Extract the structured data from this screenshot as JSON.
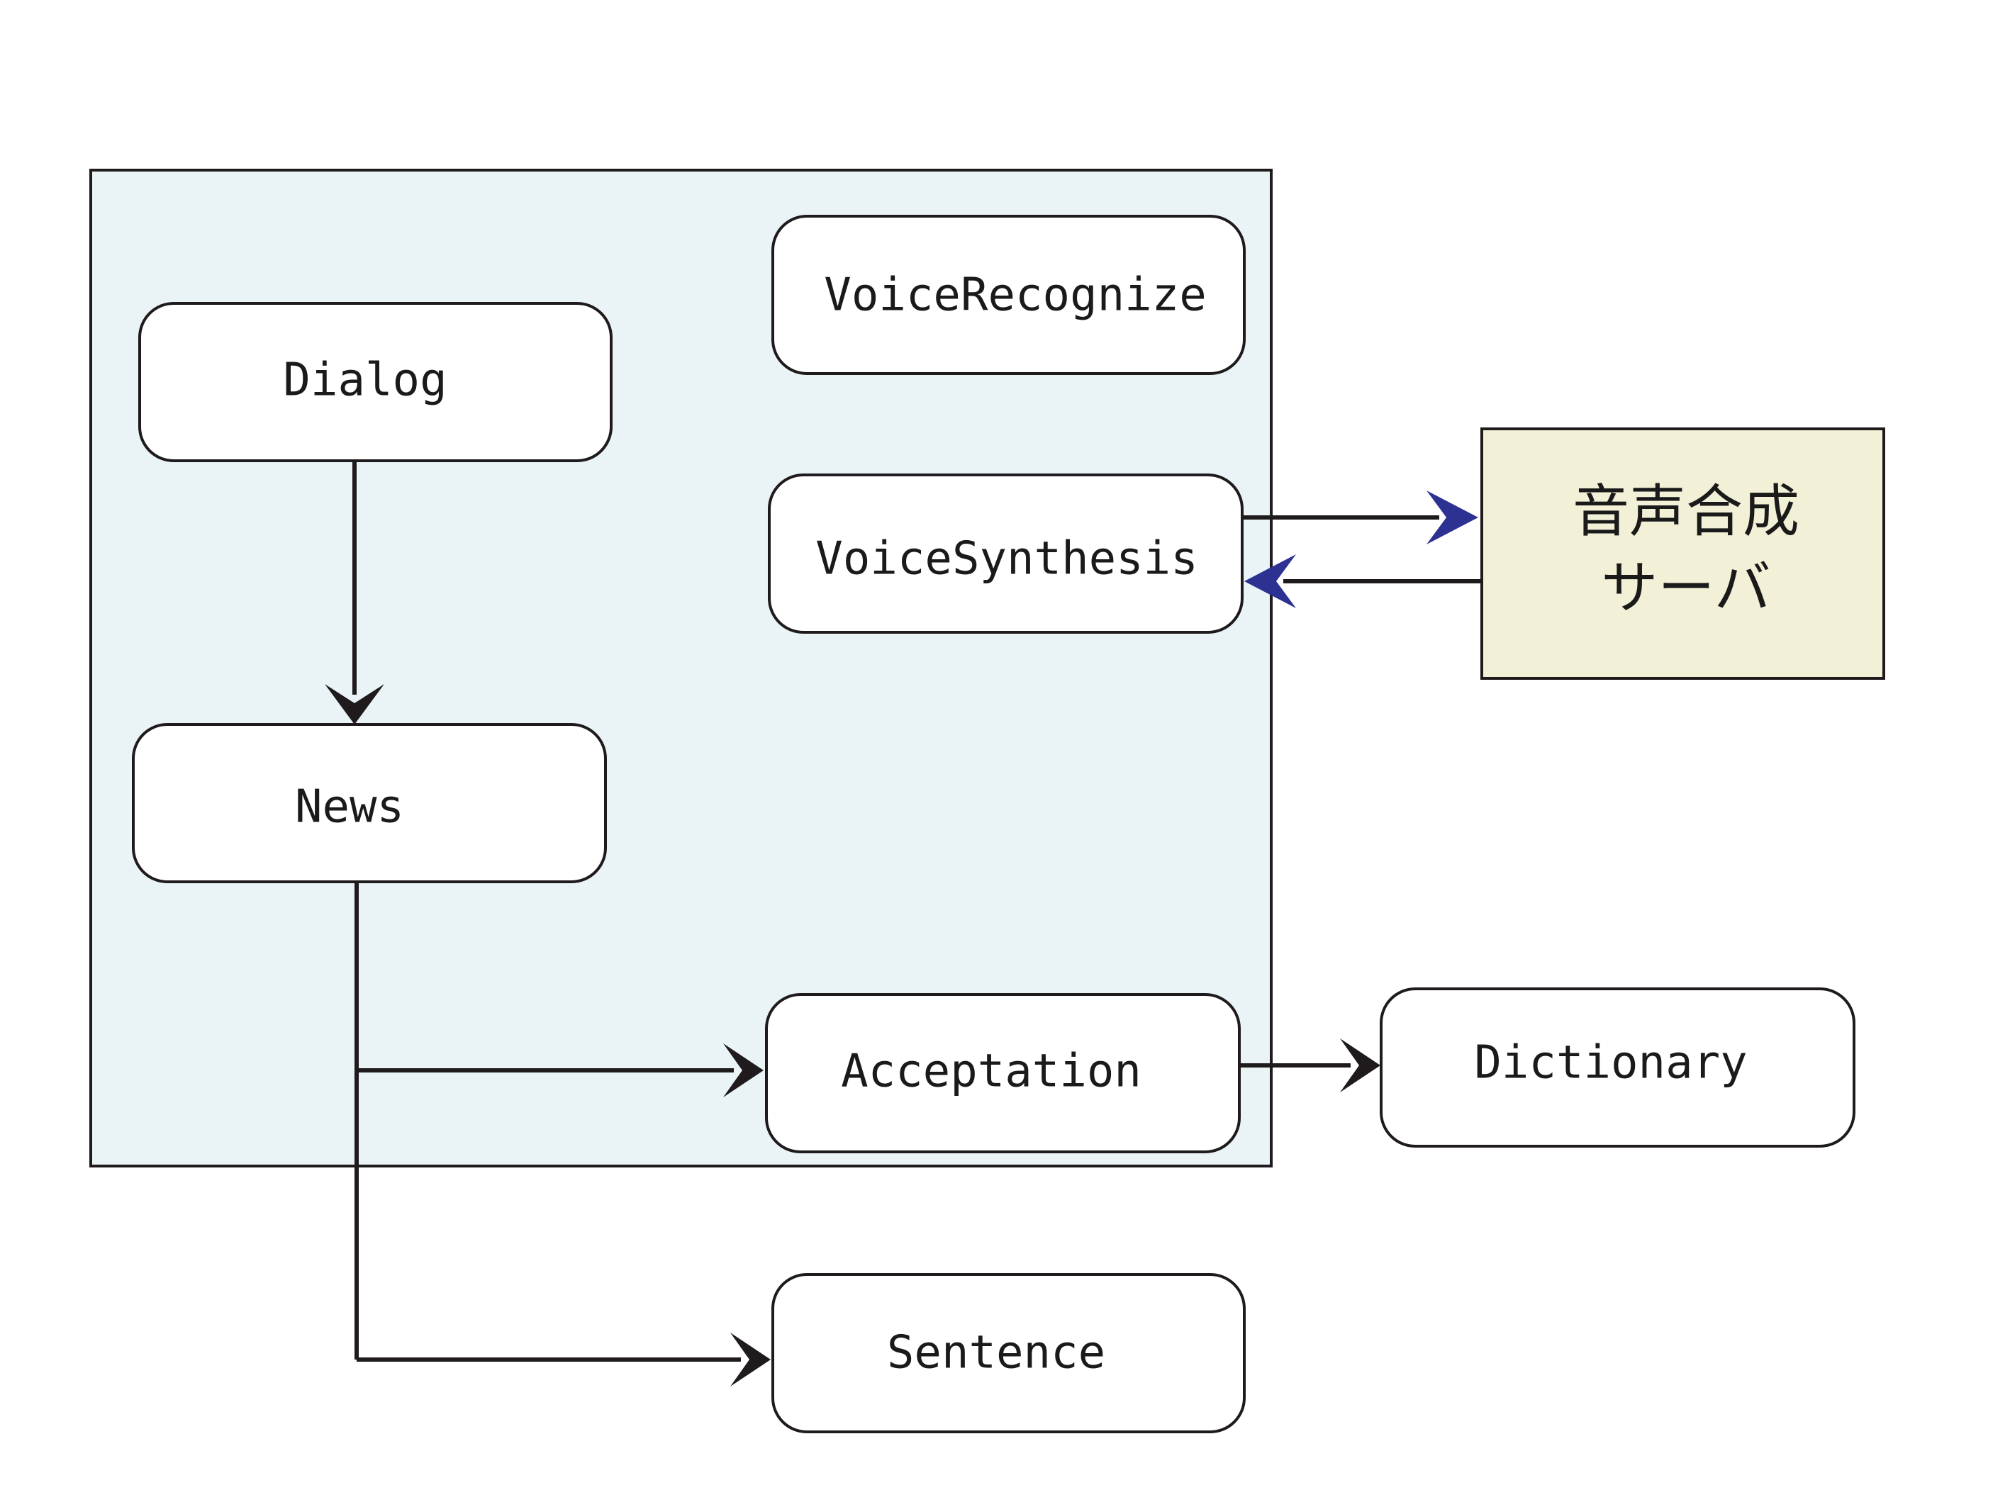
{
  "diagram": {
    "nodes": {
      "voice_recognize": "VoiceRecognize",
      "dialog": "Dialog",
      "voice_synthesis": "VoiceSynthesis",
      "news": "News",
      "acceptation": "Acceptation",
      "dictionary": "Dictionary",
      "sentence": "Sentence"
    },
    "server": {
      "line1": "音声合成",
      "line2": "サーバ"
    }
  },
  "colors": {
    "module_fill": "#eaf4f7",
    "node_fill": "#ffffff",
    "server_fill": "#f2f0d6",
    "stroke": "#1f1a1c",
    "black_arrow": "#1f1a1c",
    "blue_arrow": "#2d3192"
  }
}
